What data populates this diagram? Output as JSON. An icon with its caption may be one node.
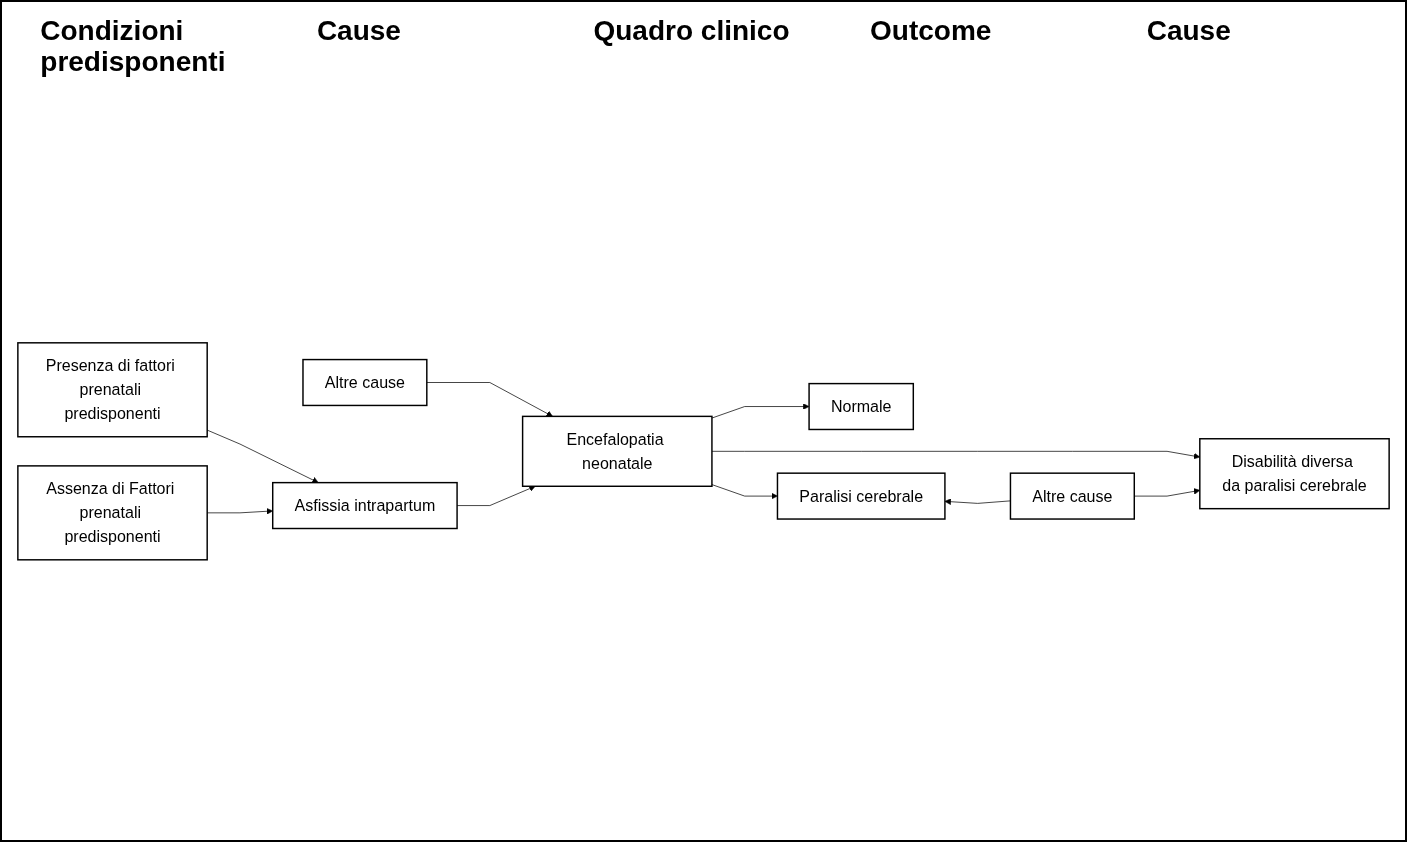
{
  "diagram": {
    "nodes": [
      {
        "text": [
          "Presenza di fattori prenatali predisponenti"
        ]
      },
      {
        "text": [
          "Assenza di Fattori prenatali predisponenti"
        ]
      },
      {
        "text": [
          "Altre cause"
        ]
      },
      {
        "text": [
          "Asfissia intrapartum"
        ]
      },
      {
        "text": [
          "Encefalopatia neonatale"
        ]
      },
      {
        "text": [
          "Disabilità diversa da paralisi cerebrale"
        ]
      },
      {
        "text": [
          "Normale"
        ]
      },
      {
        "text": [
          "Paralisi cerebrale"
        ]
      },
      {
        "text": [
          "Altre cause"
        ]
      }
    ],
    "edges": [
      {
        "from": 0,
        "to": 3,
        "arrow": "to"
      },
      {
        "from": 1,
        "to": 3,
        "arrow": "to"
      },
      {
        "from": 2,
        "to": 4,
        "arrow": "to"
      },
      {
        "from": 3,
        "to": 4,
        "arrow": "to"
      },
      {
        "from": 4,
        "to": 5,
        "arrow": "to"
      },
      {
        "from": 4,
        "to": 6,
        "arrow": "to"
      },
      {
        "from": 4,
        "to": 7,
        "arrow": "to"
      },
      {
        "from": 8,
        "to": 5,
        "arrow": "to"
      },
      {
        "from": 8,
        "to": 7,
        "arrow": "to"
      }
    ],
    "labels": [
      "Condizioni predisponenti",
      "Cause",
      "Quadro clinico",
      "Outcome",
      "Cause"
    ]
  }
}
